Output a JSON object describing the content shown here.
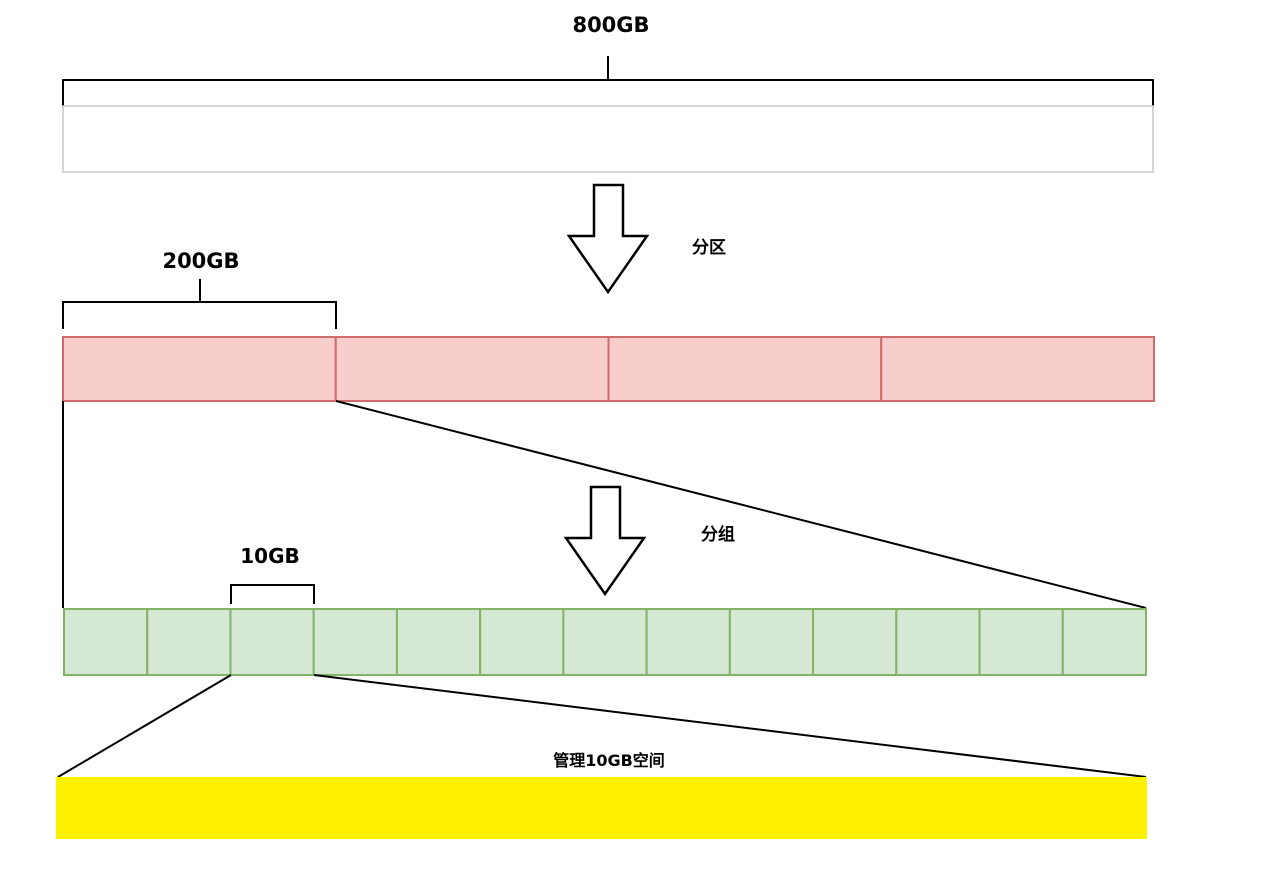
{
  "labels": {
    "disk_size": "800GB",
    "partition_action": "分区",
    "partition_size": "200GB",
    "group_action": "分组",
    "group_size": "10GB",
    "manage_label": "管理10GB空间"
  },
  "structure": {
    "partition_count": 4,
    "group_count": 13
  },
  "colors": {
    "disk_fill": "#ffffff",
    "disk_stroke": "#c8c8c8",
    "partition_fill": "#f8cecc",
    "partition_stroke": "#d06b6b",
    "group_fill": "#d5e8d4",
    "group_stroke": "#82b366",
    "managed_fill": "#fff200",
    "line": "#000000"
  }
}
